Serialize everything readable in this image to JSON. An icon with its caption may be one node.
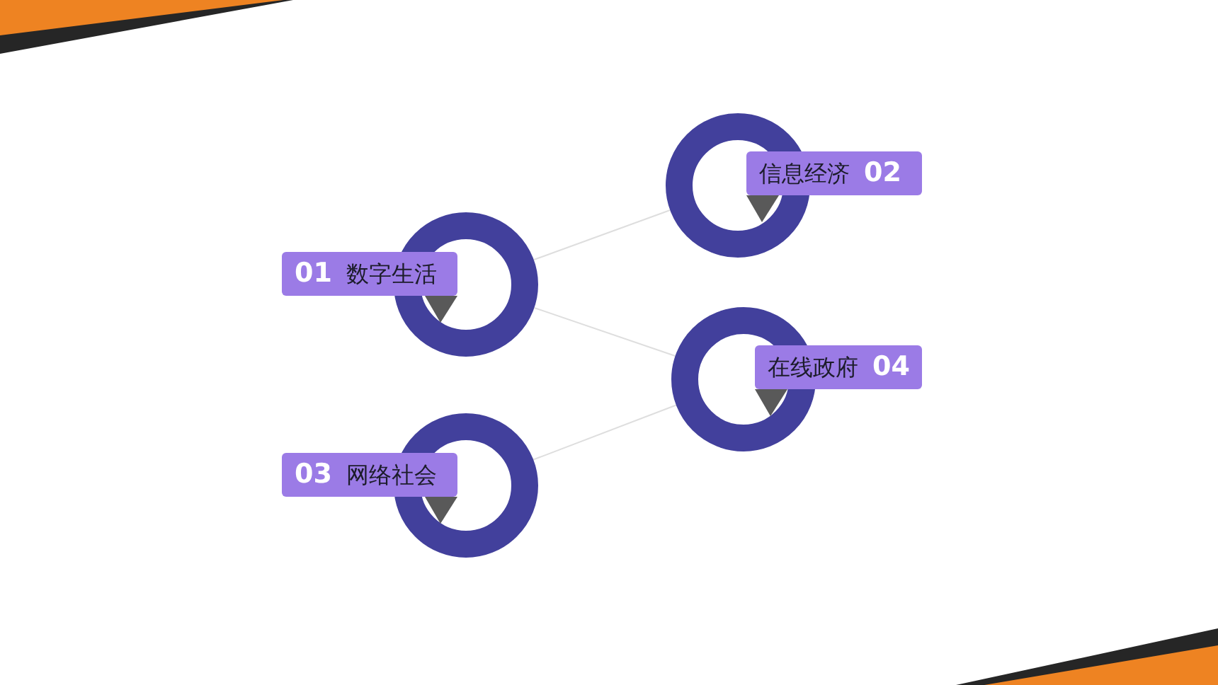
{
  "diagram": {
    "nodes": [
      {
        "text": [
          "01",
          "数字生活"
        ]
      },
      {
        "text": [
          "信息经济",
          "02"
        ]
      },
      {
        "text": [
          "03",
          "网络社会"
        ]
      },
      {
        "text": [
          "在线政府",
          "04"
        ]
      }
    ],
    "edges": [
      {
        "from": 0,
        "to": 1,
        "arrow": "none"
      },
      {
        "from": 0,
        "to": 3,
        "arrow": "none"
      },
      {
        "from": 2,
        "to": 3,
        "arrow": "none"
      }
    ]
  }
}
